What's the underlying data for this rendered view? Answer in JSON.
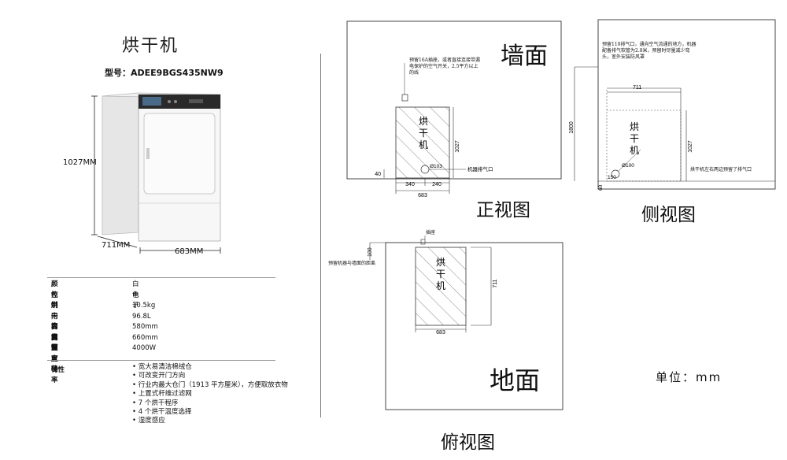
{
  "product": {
    "title": "烘干机",
    "model_label": "型号：ADEE9BGS435NW9",
    "dim_height": "1027MM",
    "dim_depth": "711MM",
    "dim_width": "683MM"
  },
  "specs": [
    {
      "key": "颜色",
      "value": "白色"
    },
    {
      "key": "控制",
      "value": "电子"
    },
    {
      "key": "烘干容量",
      "value": "10.5kg"
    },
    {
      "key": "内筒容量",
      "value": "96.8L"
    },
    {
      "key": "内筒深度",
      "value": "580mm"
    },
    {
      "key": "内筒直径",
      "value": "660mm"
    },
    {
      "key": "额定功率",
      "value": "4000W"
    }
  ],
  "features_label": "特性",
  "features": [
    "宽大易清洁棉绒仓",
    "可改变开门方向",
    "行业内最大仓门（1913 平方厘米），方便取放衣物",
    "上置式杆维过滤网",
    "7 个烘干程序",
    "4 个烘干温度选择",
    "湿度感应"
  ],
  "front_view": {
    "wall_label": "墙面",
    "caption": "正视图",
    "socket_note": "预留16A插座，或者直接连接带漏电保护的空气开关，2.5平方以上的线",
    "dryer_label": [
      "烘",
      "干",
      "机"
    ],
    "exhaust_label": "机器排气口",
    "exhaust_dia": "Ø103",
    "dim_40": "40",
    "dim_340": "340",
    "dim_240": "240",
    "dim_683": "683",
    "dim_1027": "1027"
  },
  "side_view": {
    "caption": "侧视图",
    "note": "预留110排气口，通向空气流通的地方，机器配备排气软管为2.8米，预留时尽量减少弯头，室外安装防风罩",
    "dim_711": "711",
    "dim_1800": "1800",
    "dim_1027": "1027",
    "dim_150": "150",
    "dim_60": "60",
    "exhaust_dia": "Ø100",
    "dryer_label": [
      "烘",
      "干",
      "机"
    ],
    "side_note": "烘干机左右两边预留了排气口"
  },
  "top_view": {
    "caption": "俯视图",
    "floor_label": "地面",
    "socket_label": "插座",
    "wall_distance_note": "预留机器与墙面的距离",
    "dim_100": "100",
    "dim_711": "711",
    "dim_683": "683",
    "dryer_label": [
      "烘",
      "干",
      "机"
    ]
  },
  "unit_label": "单位：mm"
}
